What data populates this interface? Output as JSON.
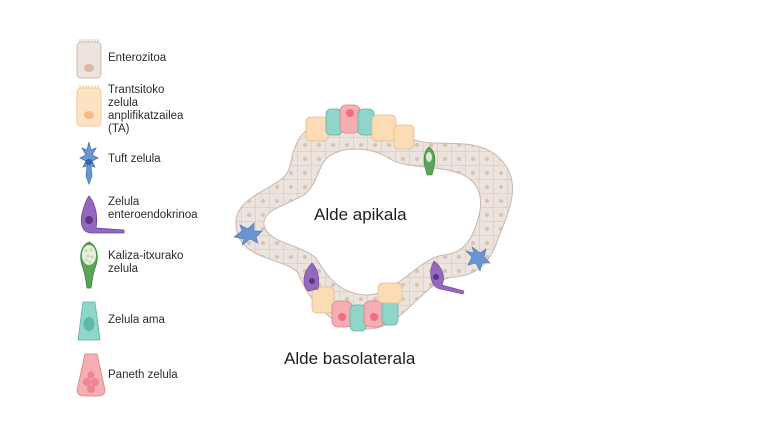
{
  "legend": [
    {
      "id": "enterocyte",
      "label": "Enterozitoa",
      "icon": "enterocyte-cell-icon",
      "color": "#e9e0da"
    },
    {
      "id": "ta",
      "label": "Trantsitoko zelula anplifikatzailea (TA)",
      "lines": [
        "Trantsitoko",
        "zelula",
        "anplifikatzailea",
        "(TA)"
      ],
      "icon": "ta-cell-icon",
      "color": "#fbdcb4"
    },
    {
      "id": "tuft",
      "label": "Tuft zelula",
      "icon": "tuft-cell-icon",
      "color": "#5f8fd0"
    },
    {
      "id": "enteroendocrine",
      "label": "Zelula enteroendokrinoa",
      "lines": [
        "Zelula",
        "enteroendokrinoa"
      ],
      "icon": "enteroendocrine-cell-icon",
      "color": "#8a5db5"
    },
    {
      "id": "goblet",
      "label": "Kaliza-itxurako zelula",
      "lines": [
        "Kaliza-itxurako",
        "zelula"
      ],
      "icon": "goblet-cell-icon",
      "color": "#4f9a4a"
    },
    {
      "id": "stem",
      "label": "Zelula ama",
      "icon": "stem-cell-icon",
      "color": "#7fcfc1"
    },
    {
      "id": "paneth",
      "label": "Paneth zelula",
      "icon": "paneth-cell-icon",
      "color": "#f1a1a8"
    }
  ],
  "diagram": {
    "apical_label": "Alde apikala",
    "basolateral_label": "Alde basolaterala"
  }
}
